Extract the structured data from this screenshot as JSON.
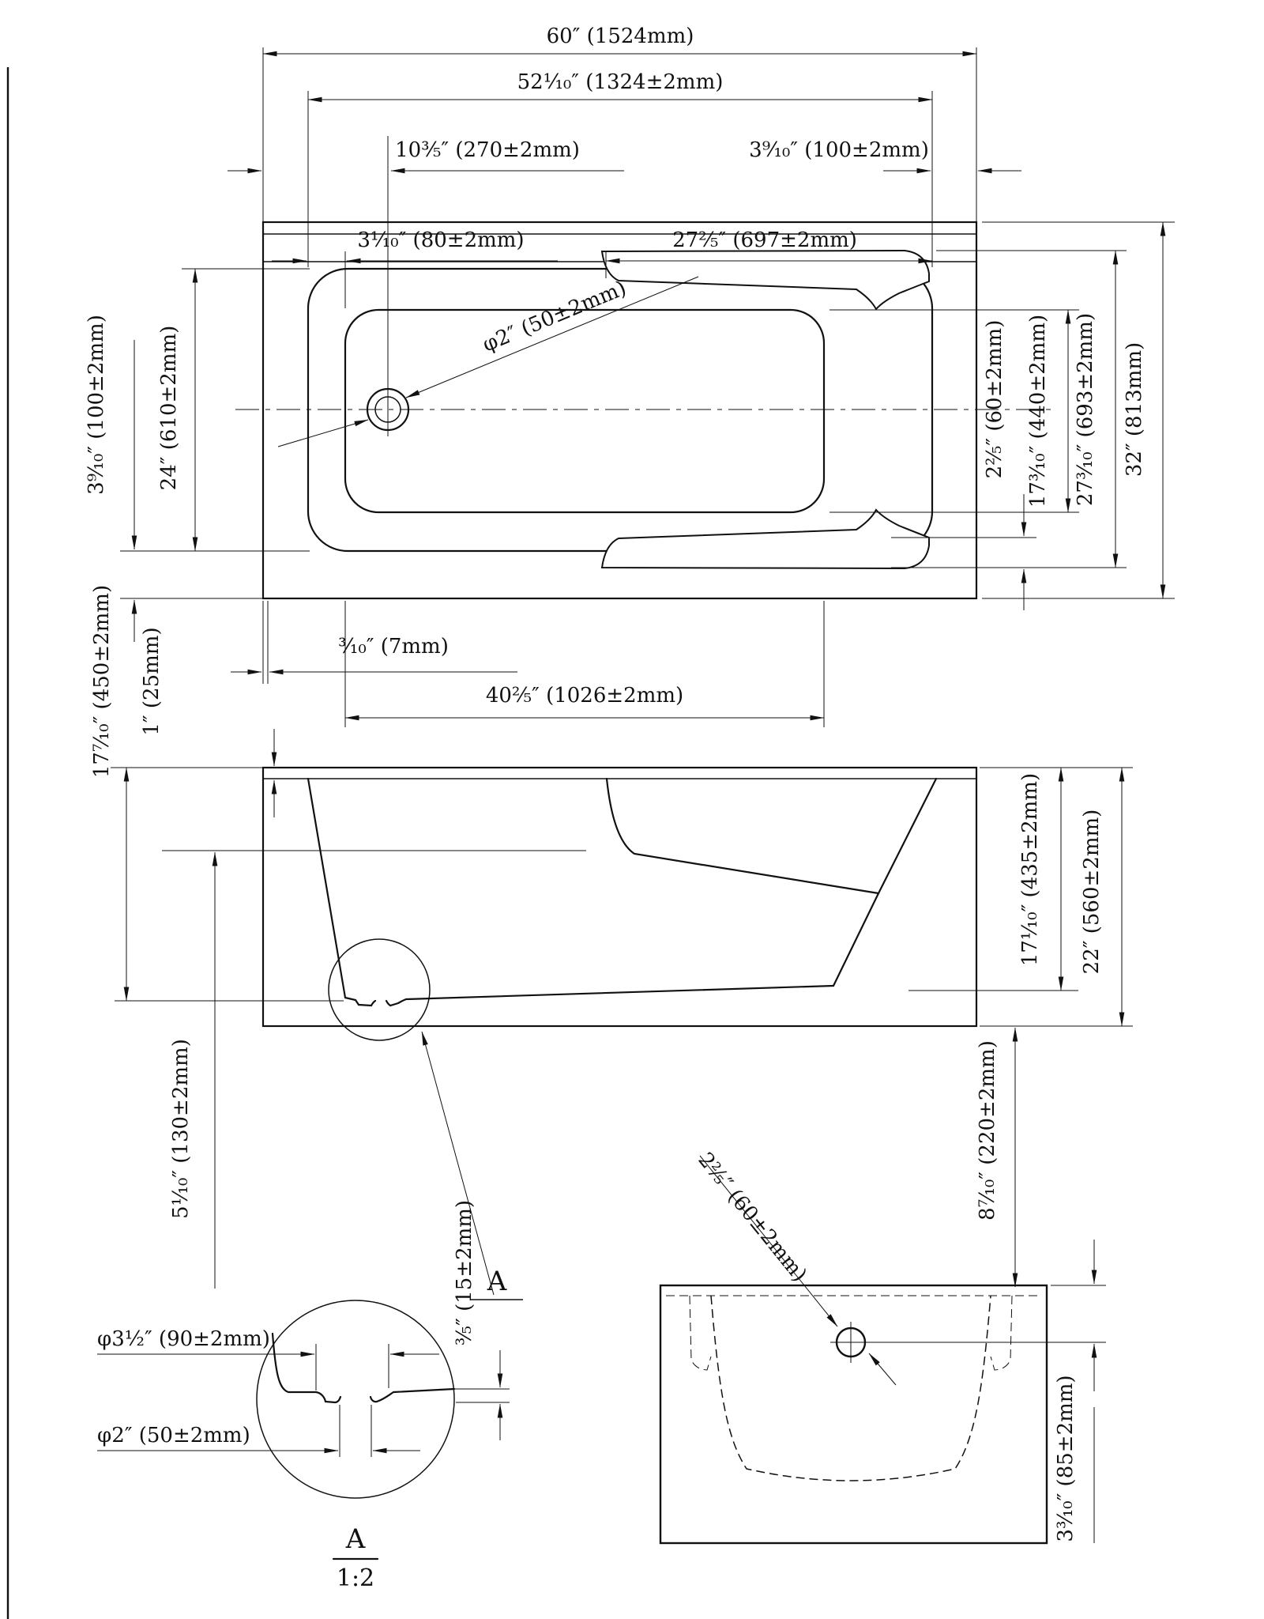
{
  "meta": {
    "drawing_type": "bathtub technical dimension drawing",
    "background_color": "#ffffff",
    "line_color": "#111111",
    "views": [
      "plan-top-view",
      "side-elevation-view",
      "detail-A-section",
      "end-section-view"
    ]
  },
  "plan": {
    "overall_length": "60″ (1524mm)",
    "inner_rim_length": "52¹⁄₁₀″ (1324±2mm)",
    "drain_offset": "10³⁄₅″ (270±2mm)",
    "rim_width_right": "3⁹⁄₁₀″ (100±2mm)",
    "rim_offset_left": "3¹⁄₁₀″ (80±2mm)",
    "armrest_length": "27²⁄₅″ (697±2mm)",
    "drain_diameter": "φ2″ (50±2mm)",
    "rim_width_bottom": "3⁹⁄₁₀″ (100±2mm)",
    "inner_width": "24″ (610±2mm)",
    "armrest_thickness": "2²⁄₅″ (60±2mm)",
    "basin_width": "17³⁄₁₀″ (440±2mm)",
    "armrest_span": "27³⁄₁₀″ (693±2mm)",
    "overall_width": "32″ (813mm)",
    "flange_offset": "³⁄₁₀″ (7mm)",
    "basin_length": "40²⁄₅″ (1026±2mm)"
  },
  "side": {
    "depth_inner": "17⁷⁄₁₀″ (450±2mm)",
    "rim_thickness": "1″ (25mm)",
    "base_height": "5¹⁄₁₀″ (130±2mm)",
    "depth_right": "17¹⁄₁₀″ (435±2mm)",
    "overall_height": "22″ (560±2mm)",
    "skirt_height": "8⁷⁄₁₀″ (220±2mm)",
    "detail_ref": "A"
  },
  "detail": {
    "flange_diameter": "φ3½″ (90±2mm)",
    "drain_diameter": "φ2″ (50±2mm)",
    "recess_depth": "³⁄₅″ (15±2mm)",
    "label": "A",
    "scale": "1:2"
  },
  "end": {
    "overflow_diameter": "2²⁄₅″ (60±2mm)",
    "overflow_drop": "3³⁄₁₀″ (85±2mm)"
  }
}
